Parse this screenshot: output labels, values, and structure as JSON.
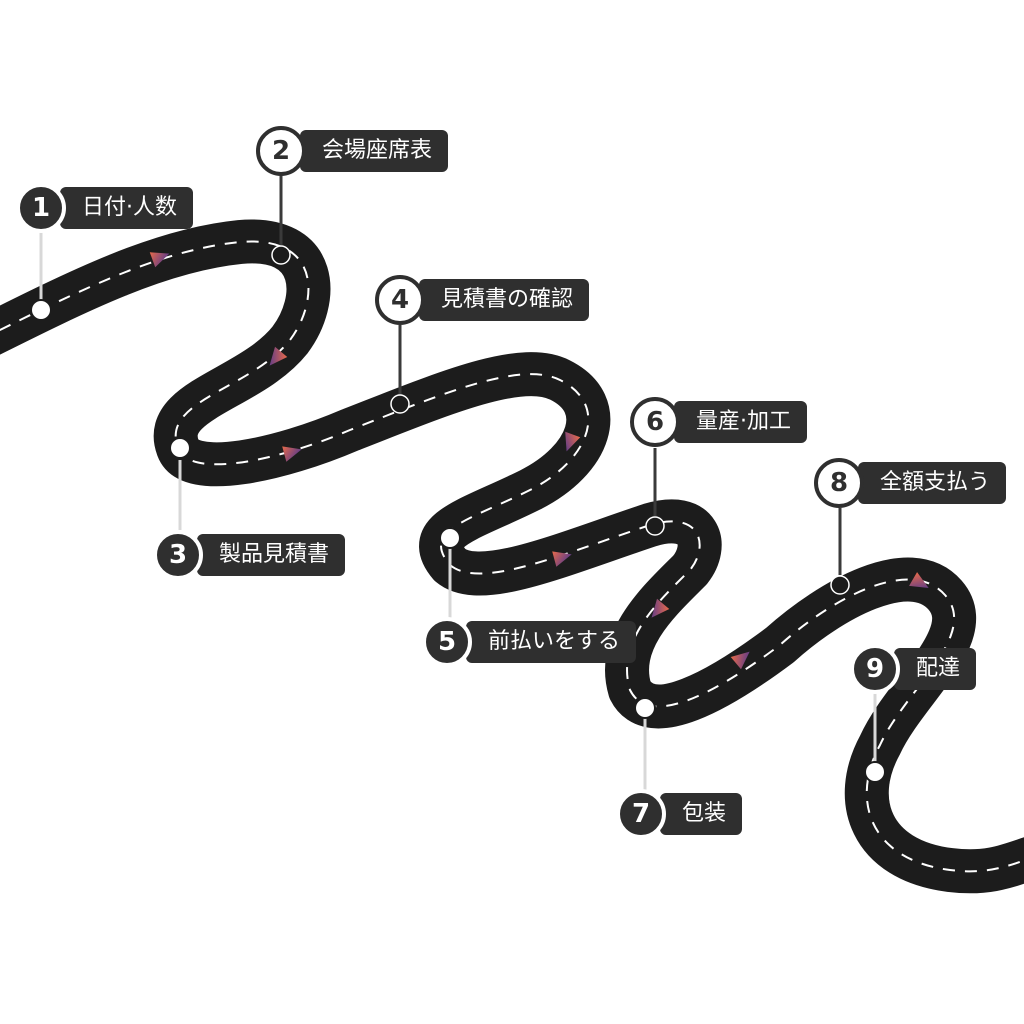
{
  "roadmap": {
    "steps": [
      {
        "number": "1",
        "label": "日付·人数"
      },
      {
        "number": "2",
        "label": "会場座席表"
      },
      {
        "number": "3",
        "label": "製品見積書"
      },
      {
        "number": "4",
        "label": "見積書の確認"
      },
      {
        "number": "5",
        "label": "前払いをする"
      },
      {
        "number": "6",
        "label": "量産·加工"
      },
      {
        "number": "7",
        "label": "包装"
      },
      {
        "number": "8",
        "label": "全額支払う"
      },
      {
        "number": "9",
        "label": "配達"
      }
    ]
  },
  "colors": {
    "road": "#1c1c1c",
    "label_background": "#2f2f2f",
    "text": "#ffffff",
    "lane_marking": "#ffffff",
    "arrow_start": "#e86a4a",
    "arrow_end": "#3a2f9a"
  },
  "icons": [
    "direction-arrow-icon",
    "milestone-pin-icon"
  ]
}
